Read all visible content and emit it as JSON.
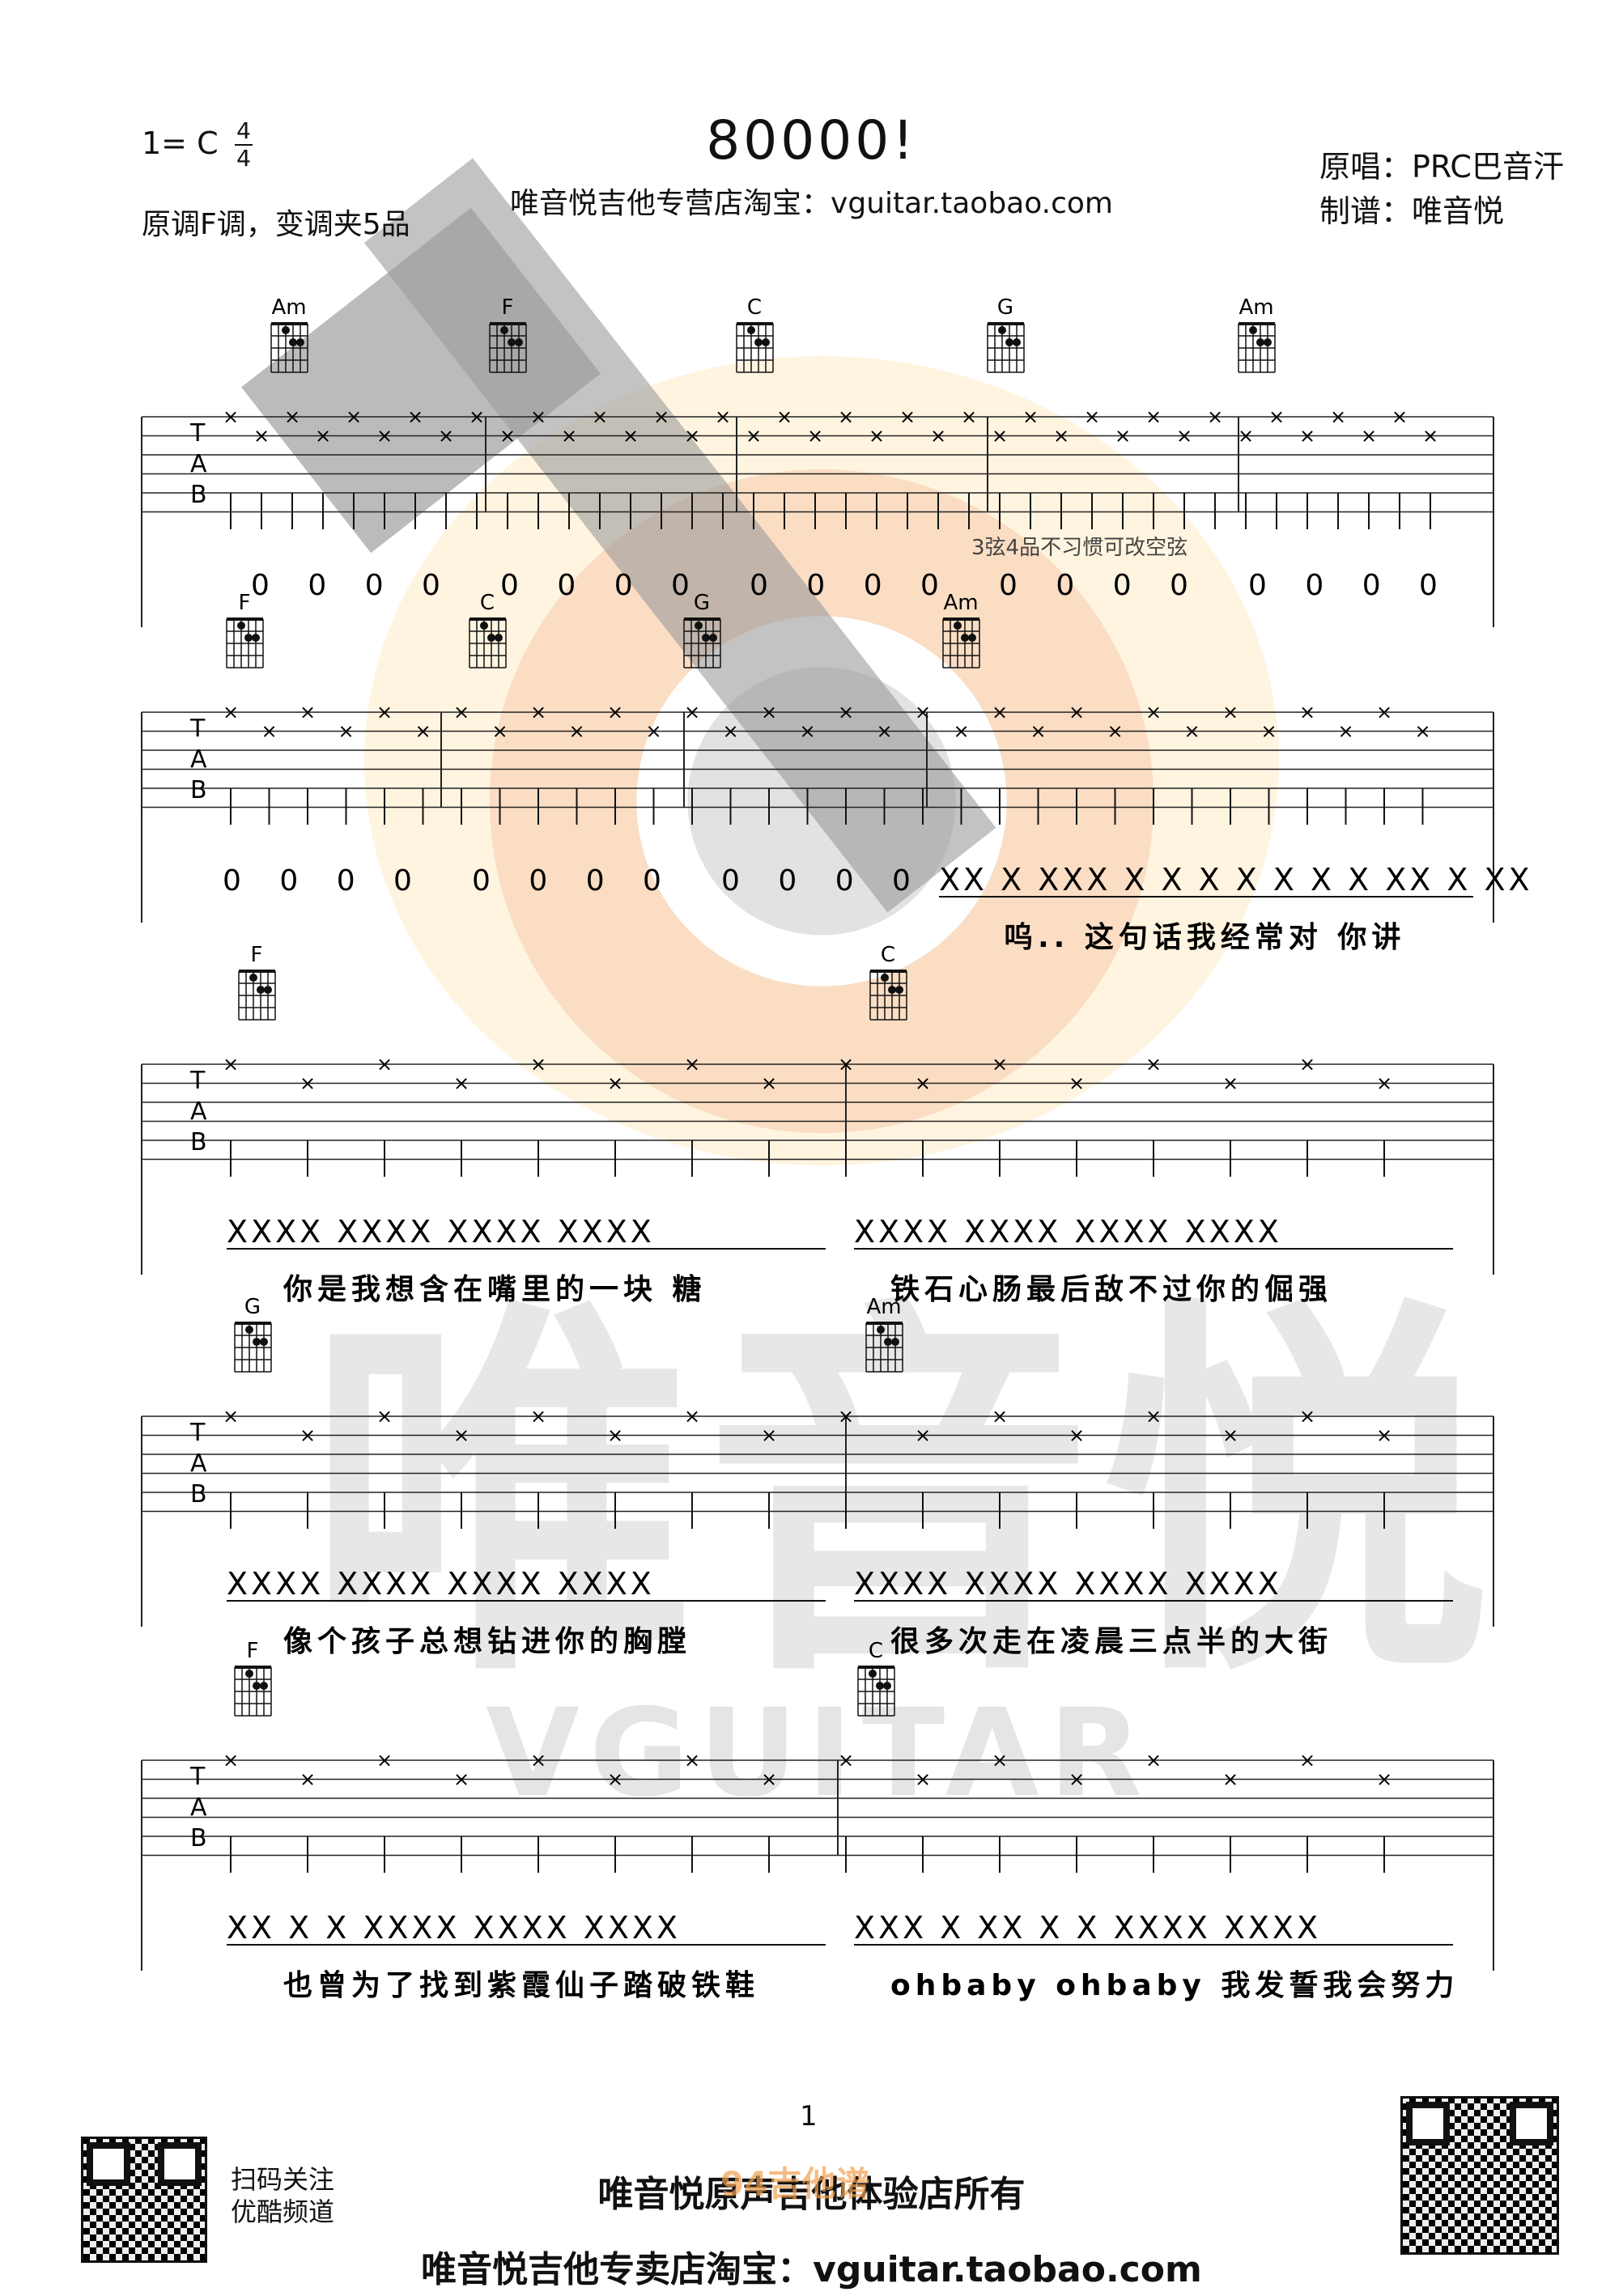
{
  "header": {
    "key": "1= C",
    "time_top": "4",
    "time_bottom": "4",
    "note": "原调F调，变调夹5品",
    "title": "80000!",
    "subtitle": "唯音悦吉他专营店淘宝：vguitar.taobao.com",
    "singer": "原唱：PRC巴音汗",
    "arranger": "制谱：唯音悦"
  },
  "watermark": {
    "big": "唯音悦",
    "small": "VGUITAR"
  },
  "tab_clef": [
    "T",
    "A",
    "B"
  ],
  "annotation": "3弦4品不习惯可改空弦",
  "systems": [
    {
      "chords": [
        "Am",
        "F",
        "C",
        "G",
        "Am"
      ],
      "numbers": [
        "0 0 0 0",
        "0 0 0 0",
        "0 0 0 0",
        "0 0 0 0",
        "0 0 0 0"
      ],
      "lyrics": ""
    },
    {
      "chords": [
        "F",
        "C",
        "G",
        "Am"
      ],
      "numbers": [
        "0 0 0 0",
        "0 0 0 0",
        "0 0 0 0"
      ],
      "rhythm": "XX X XXX X X X X X X X XX X XX",
      "lyrics": "呜..  这句话我经常对 你讲"
    },
    {
      "chords": [
        "F",
        "C"
      ],
      "rhythm": [
        "XXXX XXXX XXXX XXXX",
        "XXXX XXXX XXXX XXXX"
      ],
      "lyrics": [
        "你是我想含在嘴里的一块  糖",
        "铁石心肠最后敌不过你的倔强"
      ]
    },
    {
      "chords": [
        "G",
        "Am"
      ],
      "rhythm": [
        "XXXX XXXX XXXX XXXX",
        "XXXX XXXX XXXX XXXX"
      ],
      "lyrics": [
        "像个孩子总想钻进你的胸膛",
        "很多次走在凌晨三点半的大街"
      ]
    },
    {
      "chords": [
        "F",
        "C"
      ],
      "rhythm": [
        "XX X X XXXX XXXX XXXX",
        "XXX  X  XX  X  X XXXX XXXX"
      ],
      "lyrics": [
        "也曾为了找到紫霞仙子踏破铁鞋",
        "ohbaby     ohbaby   我发誓我会努力"
      ]
    }
  ],
  "footer": {
    "page": "1",
    "scan1": "扫码关注",
    "scan2": "优酷频道",
    "line1": "唯音悦原声吉他体验店所有",
    "line2": "唯音悦吉他专卖店淘宝：vguitar.taobao.com",
    "logo": "94吉他谱"
  }
}
